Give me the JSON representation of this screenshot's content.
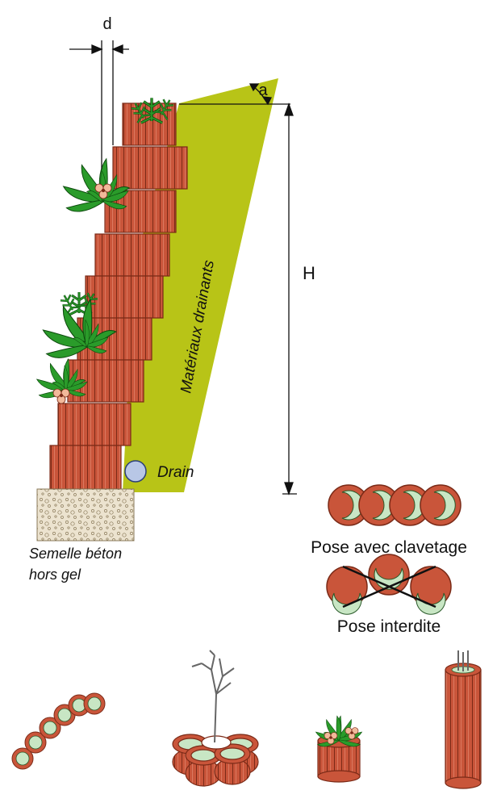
{
  "labels": {
    "d": "d",
    "a": "a",
    "H": "H",
    "drainage": "Matériaux drainants",
    "drain": "Drain",
    "footing_line1": "Semelle béton",
    "footing_line2": "hors gel",
    "pose_ok": "Pose avec clavetage",
    "pose_forbidden": "Pose interdite"
  },
  "colors": {
    "terracotta": "#c9553a",
    "terracotta_dark": "#7a2a17",
    "drainage_fill": "#b8c417",
    "pot_inner": "#c8e6c4",
    "plant_green": "#2a9b2a",
    "drain_fill": "#b8c7e6",
    "concrete": "#ece3cf"
  },
  "icons": [
    "plant-icon",
    "flower-icon",
    "tree-icon",
    "cross-out-icon"
  ]
}
